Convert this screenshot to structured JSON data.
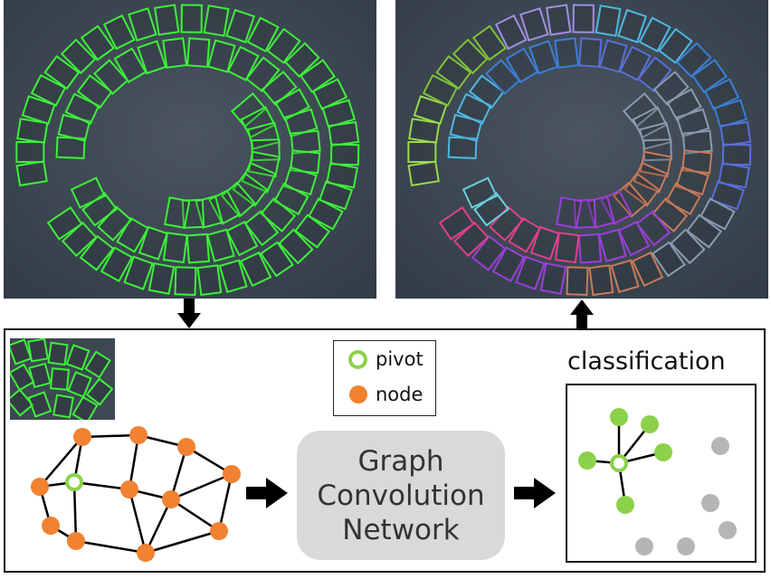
{
  "legend": {
    "pivot_label": "pivot",
    "node_label": "node"
  },
  "network": {
    "lines": [
      "Graph",
      "Convolution",
      "Network"
    ]
  },
  "classification": {
    "title": "classification"
  },
  "colors": {
    "box_green": "#3ef03a",
    "pivot_green": "#8cd14a",
    "node_orange": "#f08232",
    "gray_node": "#b5b5b5",
    "photo_bg": "#3b4650",
    "gcn_box": "#d9d9d9"
  }
}
